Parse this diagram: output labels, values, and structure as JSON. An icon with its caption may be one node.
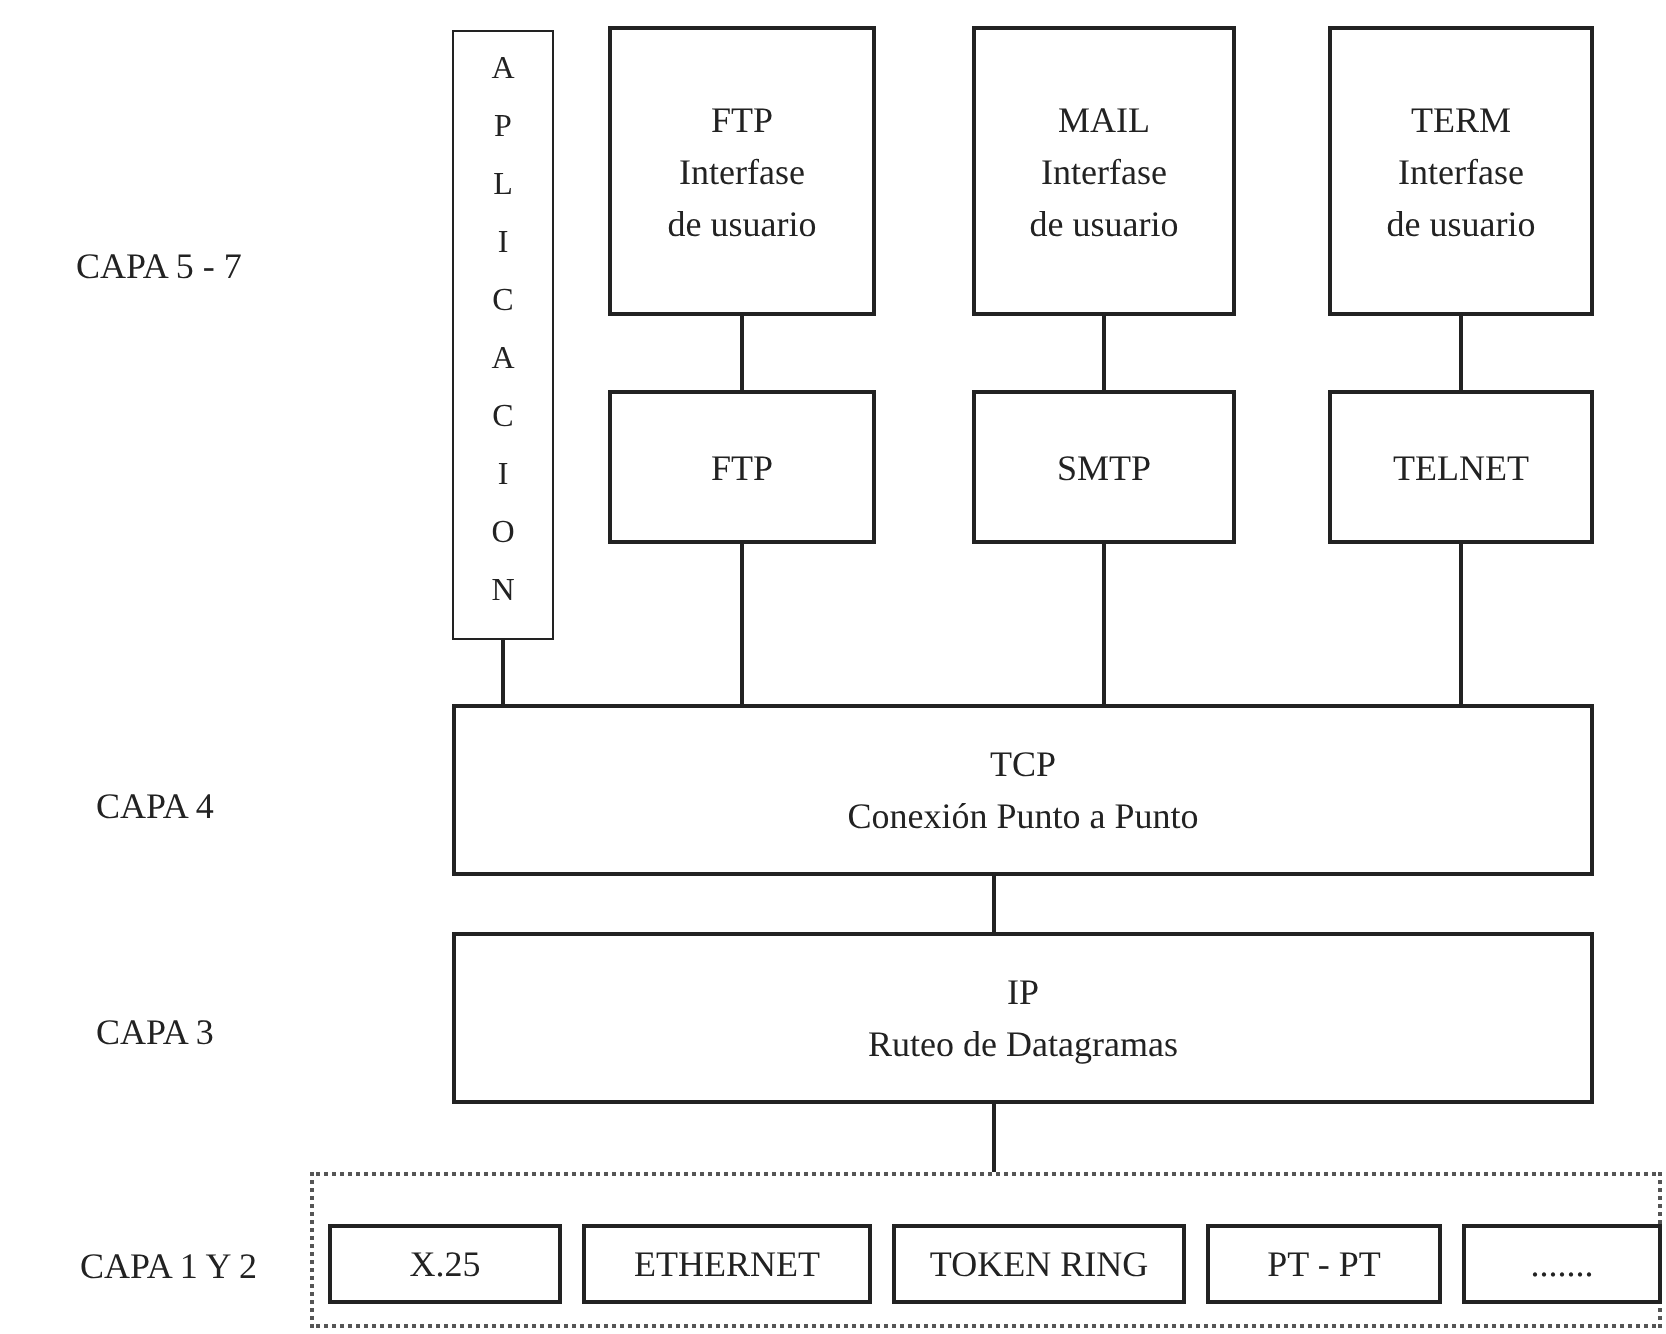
{
  "diagram": {
    "nodes": [
      {
        "text": [
          "APLICACION"
        ]
      },
      {
        "text": [
          "FTP",
          "Interfase de usuario"
        ]
      },
      {
        "text": [
          "MAIL",
          "Interfase de usuario"
        ]
      },
      {
        "text": [
          "TERM",
          "Interfase de usuario"
        ]
      },
      {
        "text": [
          "FTP"
        ]
      },
      {
        "text": [
          "SMTP"
        ]
      },
      {
        "text": [
          "TELNET"
        ]
      },
      {
        "text": [
          "TCP",
          "Conexión Punto a Punto"
        ]
      },
      {
        "text": [
          "IP",
          "Ruteo de Datagramas"
        ]
      },
      {
        "text": [],
        "shape": "box"
      },
      {
        "text": [
          "X.25"
        ],
        "in": 9
      },
      {
        "text": [
          "ETHERNET"
        ],
        "in": 9
      },
      {
        "text": [
          "TOKEN RING"
        ],
        "in": 9
      },
      {
        "text": [
          "PT - PT"
        ],
        "in": 9
      },
      {
        "text": [
          "......."
        ],
        "in": 9
      }
    ],
    "edges": [
      {
        "from": 1,
        "to": 4,
        "arrow": "none"
      },
      {
        "from": 2,
        "to": 5,
        "arrow": "none"
      },
      {
        "from": 3,
        "to": 6,
        "arrow": "none"
      },
      {
        "from": 0,
        "to": 7,
        "arrow": "none"
      },
      {
        "from": 4,
        "to": 7,
        "arrow": "none"
      },
      {
        "from": 5,
        "to": 7,
        "arrow": "none"
      },
      {
        "from": 6,
        "to": 7,
        "arrow": "none"
      },
      {
        "from": 7,
        "to": 8,
        "arrow": "none"
      },
      {
        "from": 8,
        "to": 9,
        "arrow": "none"
      }
    ],
    "labels": [
      "CAPA 5 - 7",
      "CAPA 4",
      "CAPA 3",
      "CAPA 1 Y 2"
    ]
  }
}
